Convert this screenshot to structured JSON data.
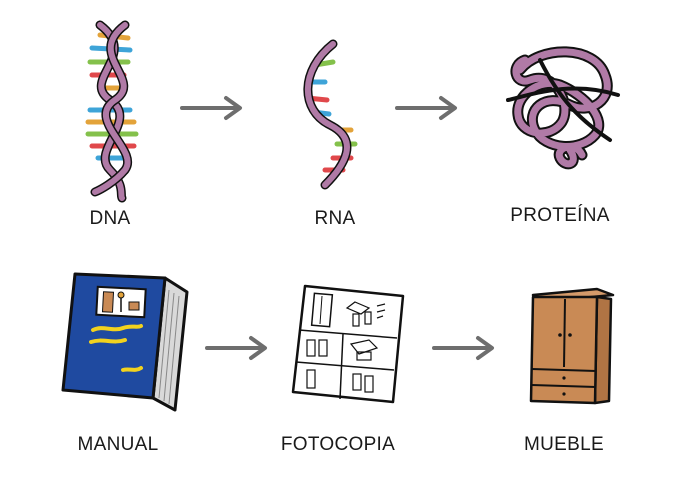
{
  "row1": {
    "dna_label": "DNA",
    "rna_label": "RNA",
    "protein_label": "PROTEÍNA"
  },
  "row2": {
    "manual_label": "MANUAL",
    "photocopy_label": "FOTOCOPIA",
    "furniture_label": "MUEBLE"
  },
  "icons": {
    "dna": "dna-double-helix-icon",
    "rna": "rna-single-strand-icon",
    "protein": "folded-protein-icon",
    "manual": "manual-book-icon",
    "photocopy": "photocopy-sheet-icon",
    "furniture": "wardrobe-icon",
    "arrow": "right-arrow-icon"
  },
  "colors": {
    "strand": "#b07aa6",
    "outline": "#111111",
    "arrow": "#6e6e6e",
    "book_cover": "#1f4aa0",
    "book_stripe": "#f2d21e",
    "wood": "#c98a55"
  }
}
